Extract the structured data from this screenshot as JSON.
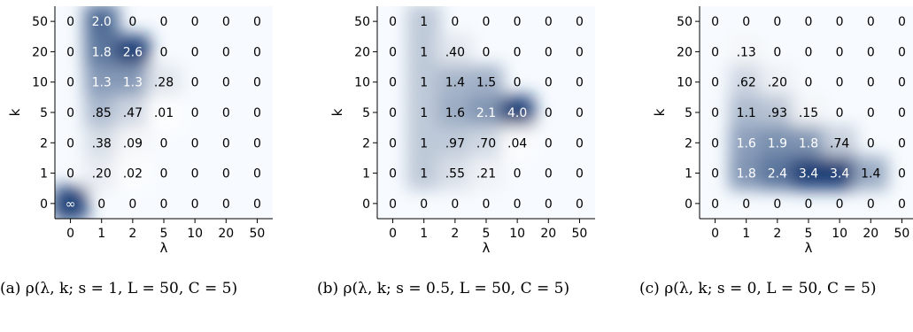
{
  "chart_data": [
    {
      "type": "heatmap",
      "caption": "(a) ρ(λ, k; s = 1, L = 50, C = 5)",
      "xlabel": "λ",
      "ylabel": "k",
      "x_ticks": [
        "0",
        "1",
        "2",
        "5",
        "10",
        "20",
        "50"
      ],
      "y_ticks": [
        "50",
        "20",
        "10",
        "5",
        "2",
        "1",
        "0"
      ],
      "cells": [
        [
          "0",
          "2.0",
          "0",
          "0",
          "0",
          "0",
          "0"
        ],
        [
          "0",
          "1.8",
          "2.6",
          "0",
          "0",
          "0",
          "0"
        ],
        [
          "0",
          "1.3",
          "1.3",
          ".28",
          "0",
          "0",
          "0"
        ],
        [
          "0",
          ".85",
          ".47",
          ".01",
          "0",
          "0",
          "0"
        ],
        [
          "0",
          ".38",
          ".09",
          "0",
          "0",
          "0",
          "0"
        ],
        [
          "0",
          ".20",
          ".02",
          "0",
          "0",
          "0",
          "0"
        ],
        [
          "∞",
          "0",
          "0",
          "0",
          "0",
          "0",
          "0"
        ]
      ],
      "colormap": [
        "#ffffff",
        "#08306b"
      ]
    },
    {
      "type": "heatmap",
      "caption": "(b) ρ(λ, k; s = 0.5, L = 50, C = 5)",
      "xlabel": "λ",
      "ylabel": "k",
      "x_ticks": [
        "0",
        "1",
        "2",
        "5",
        "10",
        "20",
        "50"
      ],
      "y_ticks": [
        "50",
        "20",
        "10",
        "5",
        "2",
        "1",
        "0"
      ],
      "cells": [
        [
          "0",
          "1",
          "0",
          "0",
          "0",
          "0",
          "0"
        ],
        [
          "0",
          "1",
          ".40",
          "0",
          "0",
          "0",
          "0"
        ],
        [
          "0",
          "1",
          "1.4",
          "1.5",
          "0",
          "0",
          "0"
        ],
        [
          "0",
          "1",
          "1.6",
          "2.1",
          "4.0",
          "0",
          "0"
        ],
        [
          "0",
          "1",
          ".97",
          ".70",
          ".04",
          "0",
          "0"
        ],
        [
          "0",
          "1",
          ".55",
          ".21",
          "0",
          "0",
          "0"
        ],
        [
          "0",
          "0",
          "0",
          "0",
          "0",
          "0",
          "0"
        ]
      ],
      "colormap": [
        "#ffffff",
        "#08306b"
      ]
    },
    {
      "type": "heatmap",
      "caption": "(c) ρ(λ, k; s = 0, L = 50, C = 5)",
      "xlabel": "λ",
      "ylabel": "k",
      "x_ticks": [
        "0",
        "1",
        "2",
        "5",
        "10",
        "20",
        "50"
      ],
      "y_ticks": [
        "50",
        "20",
        "10",
        "5",
        "2",
        "1",
        "0"
      ],
      "cells": [
        [
          "0",
          "0",
          "0",
          "0",
          "0",
          "0",
          "0"
        ],
        [
          "0",
          ".13",
          "0",
          "0",
          "0",
          "0",
          "0"
        ],
        [
          "0",
          ".62",
          ".20",
          "0",
          "0",
          "0",
          "0"
        ],
        [
          "0",
          "1.1",
          ".93",
          ".15",
          "0",
          "0",
          "0"
        ],
        [
          "0",
          "1.6",
          "1.9",
          "1.8",
          ".74",
          "0",
          "0"
        ],
        [
          "0",
          "1.8",
          "2.4",
          "3.4",
          "3.4",
          "1.4",
          "0"
        ],
        [
          "0",
          "0",
          "0",
          "0",
          "0",
          "0",
          "0"
        ]
      ],
      "colormap": [
        "#ffffff",
        "#08306b"
      ]
    }
  ]
}
